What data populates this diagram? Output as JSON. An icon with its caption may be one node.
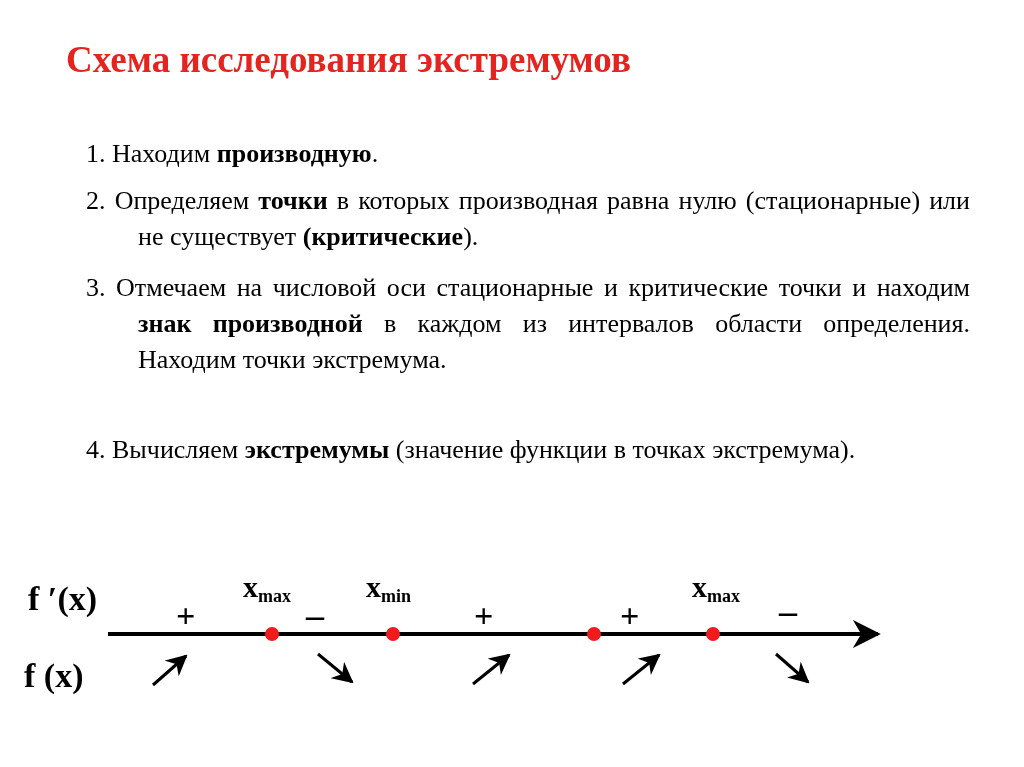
{
  "diagram": {
    "title": "Схема исследования экстремумов",
    "labels": [
      "1. Находим **производную**.",
      "2. Определяем **точки** в которых производная равна нулю (стационарные) или не существует **(критические**).",
      "3. Отмечаем на числовой оси стационарные и критические точки и находим **знак производной** в каждом из интервалов области определения. Находим точки экстремума.",
      "4. Вычисляем **экстремумы** (значение функции в точках экстремума).",
      "f ′(x)",
      "+",
      "x$_{max}$",
      "–",
      "x$_{min}$",
      "+",
      "+",
      "x$_{max}$",
      "–",
      "f (x)"
    ]
  }
}
